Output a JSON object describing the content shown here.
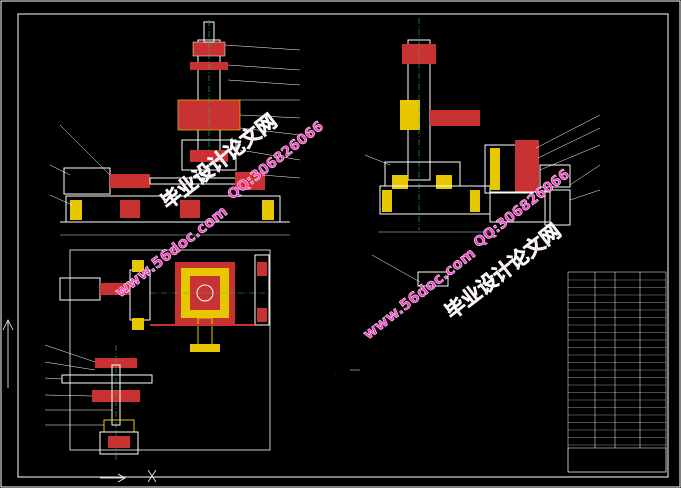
{
  "watermarks": {
    "site_1": "www.56doc.com",
    "site_2": "www.56doc.com",
    "brand_1": "毕业设计论文网",
    "brand_2": "毕业设计论文网",
    "qq_1": "QQ:306826066",
    "qq_2": "QQ:306826066"
  },
  "colors": {
    "background": "#000000",
    "frame": "#ffffff",
    "part_red": "#c83232",
    "part_yellow": "#e6c700",
    "line_green": "#2fbf4a",
    "dim_white": "#d8d8d8",
    "watermark_pink": "#ff3cc8",
    "watermark_shadow": "#ffffff"
  }
}
